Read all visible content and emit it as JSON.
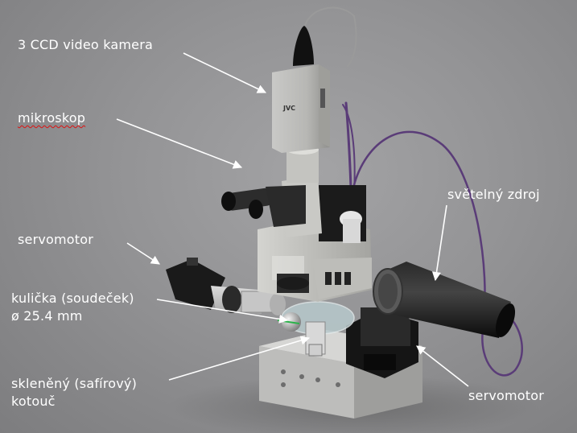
{
  "labels": {
    "camera": "3 CCD video kamera",
    "microscope": "mikroskop",
    "light_source": "světelný zdroj",
    "servomotor_top": "servomotor",
    "ball_line1": "kulička (soudeček)",
    "ball_line2": "ø 25.4 mm",
    "disc_line1": "skleněný (safírový)",
    "disc_line2": "kotouč",
    "servomotor_bottom": "servomotor"
  },
  "camera_brand": "JVC",
  "colors": {
    "background": "#939395",
    "label_text": "#ffffff",
    "arrow": "#ffffff",
    "fiber_cable": "#5a3c78",
    "spellcheck_underline": "#dd1111"
  }
}
